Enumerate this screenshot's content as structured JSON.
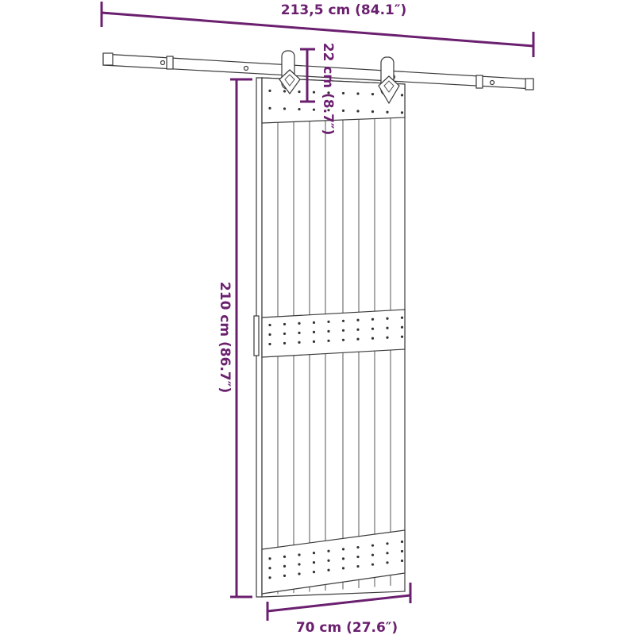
{
  "dimensions": {
    "total_width": "213,5 cm (84.1″)",
    "hanger_height": "22 cm (8.7″)",
    "door_height": "210 cm (86.7″)",
    "door_width": "70 cm (27.6″)"
  },
  "colors": {
    "dimension": "#6b1f6f",
    "outline": "#3a3a3a"
  }
}
